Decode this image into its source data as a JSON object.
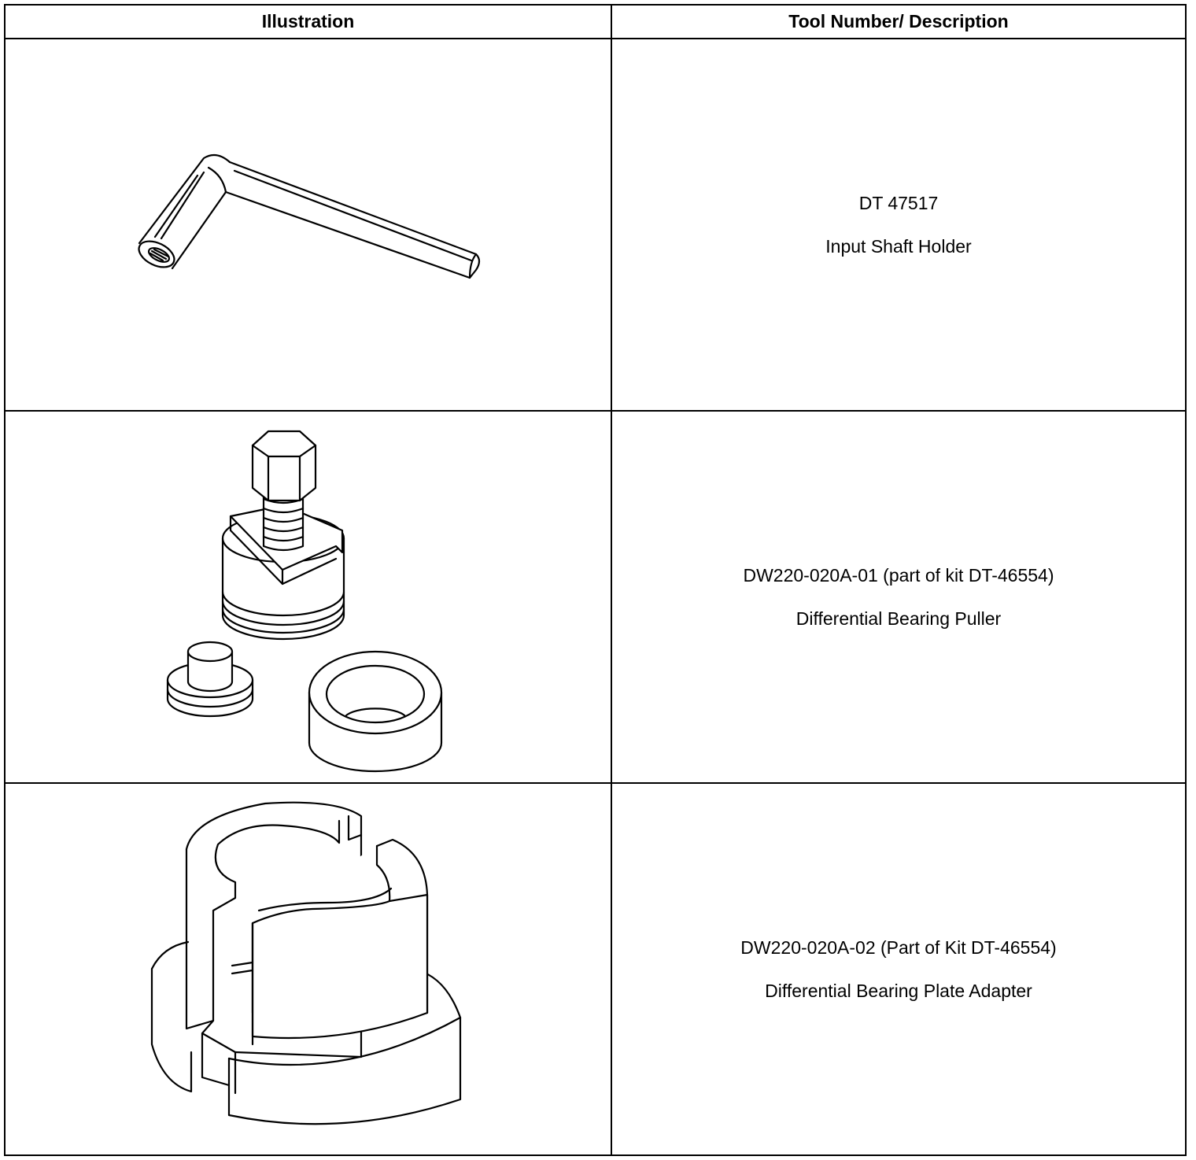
{
  "table": {
    "headers": {
      "illustration": "Illustration",
      "description": "Tool Number/ Description"
    },
    "rows": [
      {
        "tool_number": "DT 47517",
        "tool_name": "Input Shaft Holder",
        "icon": "input-shaft-holder-drawing"
      },
      {
        "tool_number": "DW220-020A-01 (part of kit DT-46554)",
        "tool_name": "Differential Bearing Puller",
        "icon": "bearing-puller-drawing"
      },
      {
        "tool_number": "DW220-020A-02 (Part of Kit DT-46554)",
        "tool_name": "Differential Bearing Plate Adapter",
        "icon": "plate-adapter-drawing"
      }
    ]
  }
}
